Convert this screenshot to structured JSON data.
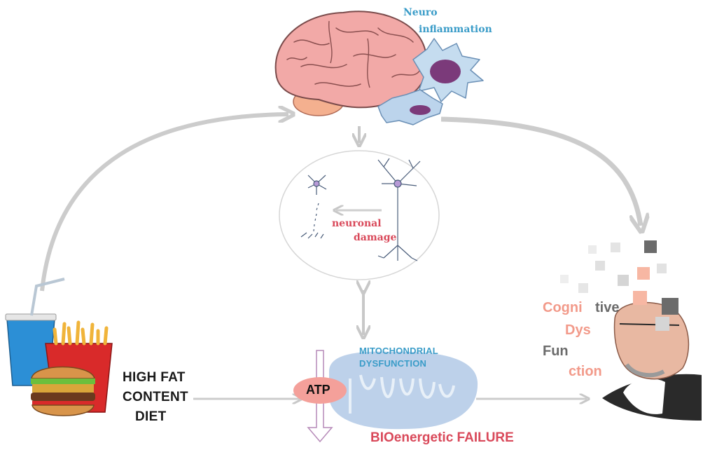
{
  "labels": {
    "neuro_line1": "Neuro",
    "neuro_line2": "inflammation",
    "neuronal_line1": "neuronal",
    "neuronal_line2": "damage",
    "diet_line1": "HIGH FAT",
    "diet_line2": "CONTENT",
    "diet_line3": "DIET",
    "mito_line1": "MITOCHONDRIAL",
    "mito_line2": "DYSFUNCTION",
    "atp": "ATP",
    "bioenergetic": "BIOenergetic FAILURE",
    "cog_1": "Cogni",
    "cog_2": "tive",
    "cog_3": "Dys",
    "cog_4": "Fun",
    "cog_5": "ction"
  },
  "icons": [
    "brain-icon",
    "microglia-icon",
    "neuron-icon",
    "mitochondrion-icon",
    "fast-food-icon",
    "puzzle-head-icon"
  ],
  "colors": {
    "arrow": "#cccccc",
    "blue_label": "#3a9cc8",
    "red_label": "#d9495a",
    "pink_label": "#f29a8a",
    "brain": "#f2a9a7",
    "mito": "#bdd1ea",
    "atp_bubble": "#f4a09a"
  }
}
